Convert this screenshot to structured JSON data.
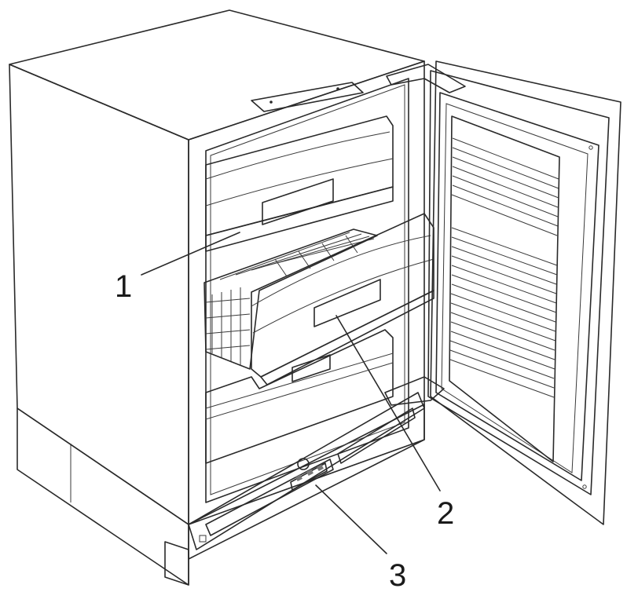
{
  "figure": {
    "subject": "built-in-freezer",
    "callouts": [
      {
        "id": "1",
        "label": "1"
      },
      {
        "id": "2",
        "label": "2"
      },
      {
        "id": "3",
        "label": "3"
      }
    ]
  },
  "colors": {
    "line": "#2a2a2a",
    "body_fill": "#f7f7f7",
    "interior_fill": "#eeeeee",
    "door_outer": "#a8a8a8",
    "door_panel": "#f3f3f3",
    "plinth_fill": "#efefef"
  }
}
